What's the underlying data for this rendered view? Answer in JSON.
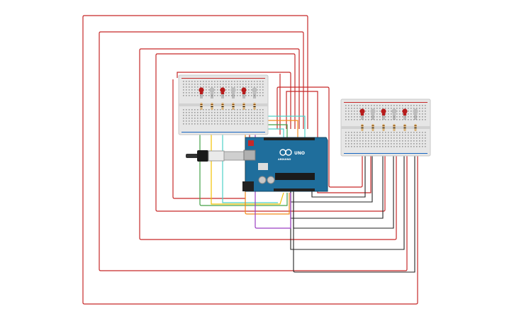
{
  "colors": {
    "background": "#ffffff",
    "wire_red": "#c62828",
    "wire_black": "#222222",
    "wire_green": "#43a047",
    "wire_yellow": "#f2c200",
    "wire_cyan": "#4dd0c8",
    "wire_orange": "#f28a1a",
    "wire_purple": "#9b3fc2",
    "board_blue": "#1f6e9c",
    "breadboard": "#e6e6e6",
    "led_red": "#b71c1c",
    "led_off": "#bdbdbd"
  },
  "arduino": {
    "brand_text": "ARDUINO",
    "model_text": "UNO"
  },
  "breadboards": [
    {
      "id": "breadboard-left",
      "leds": [
        "red",
        "off",
        "red",
        "off",
        "red",
        "off"
      ]
    },
    {
      "id": "breadboard-right",
      "leds": [
        "red",
        "off",
        "red",
        "off",
        "red",
        "off"
      ]
    }
  ]
}
